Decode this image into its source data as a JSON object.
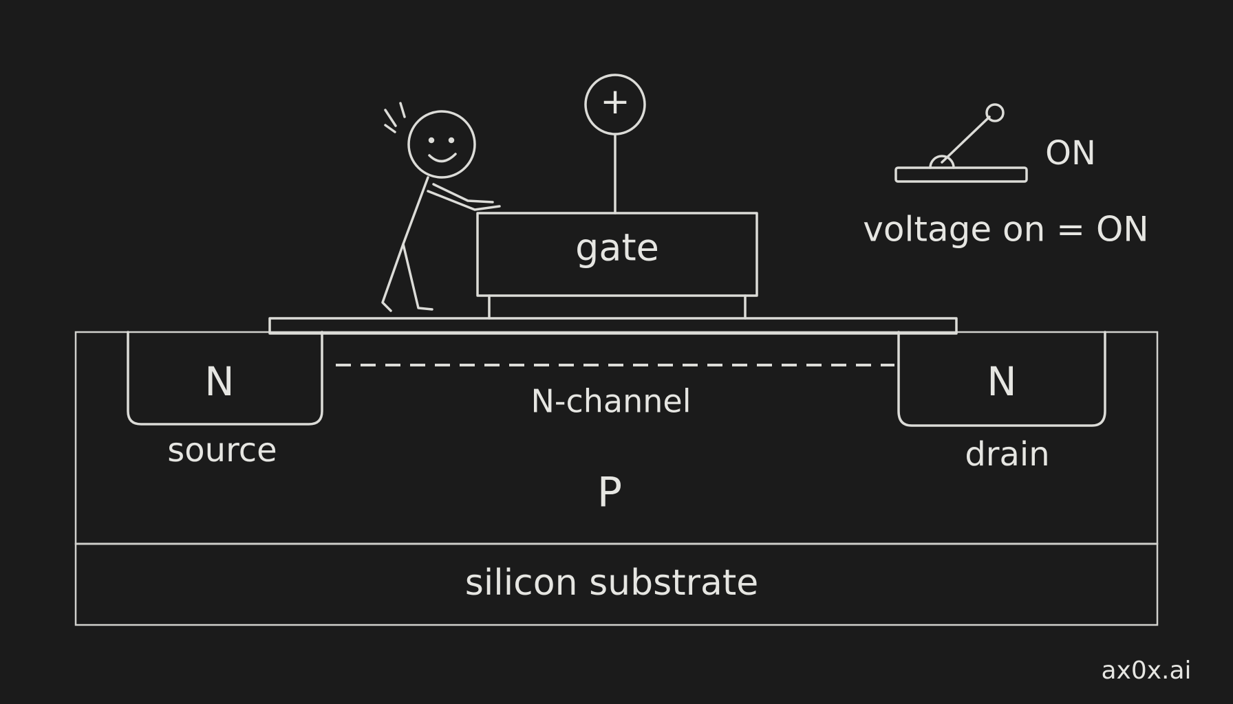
{
  "labels": {
    "gate": "gate",
    "source_region": "N",
    "drain_region": "N",
    "source": "source",
    "drain": "drain",
    "channel": "N-channel",
    "body": "P",
    "substrate": "silicon substrate",
    "switch_state": "ON",
    "caption": "voltage on = ON",
    "gate_voltage_symbol": "+",
    "watermark": "ax0x.ai"
  },
  "colors": {
    "background": "#1b1b1b",
    "chalk": "#e6e6e2"
  },
  "icons": {
    "stick_figure": "stick-figure-pushing-icon",
    "switch": "toggle-switch-on-icon",
    "voltage": "plus-terminal-icon"
  }
}
